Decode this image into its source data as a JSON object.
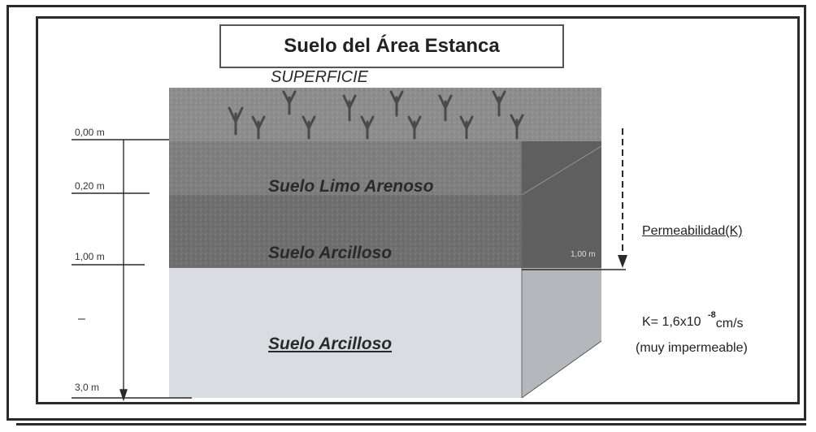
{
  "title": "Suelo del Área Estanca",
  "surface_label": "SUPERFICIE",
  "depth_marks": [
    "0,00 m",
    "0,20 m",
    "1,00 m",
    "3,0 m"
  ],
  "side_depth_mark": "1,00 m",
  "dash_mark": "–",
  "layers": {
    "top": "Suelo Limo Arenoso",
    "middle": "Suelo Arcilloso",
    "bottom": "Suelo Arcilloso"
  },
  "permeability": {
    "label": "Permeabilidad(K)",
    "k_prefix": "K= 1,6x10",
    "k_exponent": "-8",
    "k_unit": "cm/s",
    "note": "(muy impermeable)"
  },
  "colors": {
    "topsoil": "#8d8d8d",
    "sandy_silt": "#7e7e7e",
    "clay": "#6f6f6f",
    "deep_clay": "#d9dde1",
    "side_dark": "#5f5f5f",
    "side_light": "#b4b8bc",
    "line": "#2a2a2a"
  }
}
